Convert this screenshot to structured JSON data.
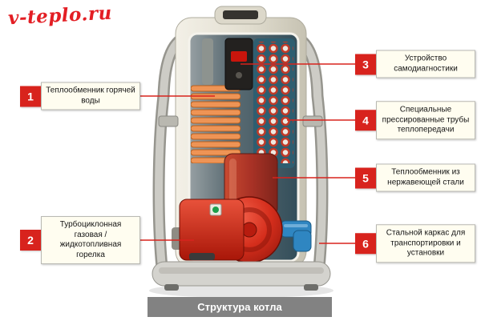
{
  "logo": {
    "text": "v-teplo.ru"
  },
  "caption": {
    "text": "Структура котла"
  },
  "labels": [
    {
      "num": "1",
      "text": "Теплообменник горячей воды"
    },
    {
      "num": "2",
      "text": "Турбоциклонная газовая / жидкотопливная горелка"
    },
    {
      "num": "3",
      "text": "Устройство самодиагностики"
    },
    {
      "num": "4",
      "text": "Специальные прессированные трубы теплопередачи"
    },
    {
      "num": "5",
      "text": "Теплообменник из нержавеющей стали"
    },
    {
      "num": "6",
      "text": "Стальной каркас для транспортировки и установки"
    }
  ],
  "colors": {
    "accent_red": "#d8231d",
    "logo_red": "#e31e24",
    "label_bg": "#fffdf0",
    "caption_bg": "#828282"
  }
}
